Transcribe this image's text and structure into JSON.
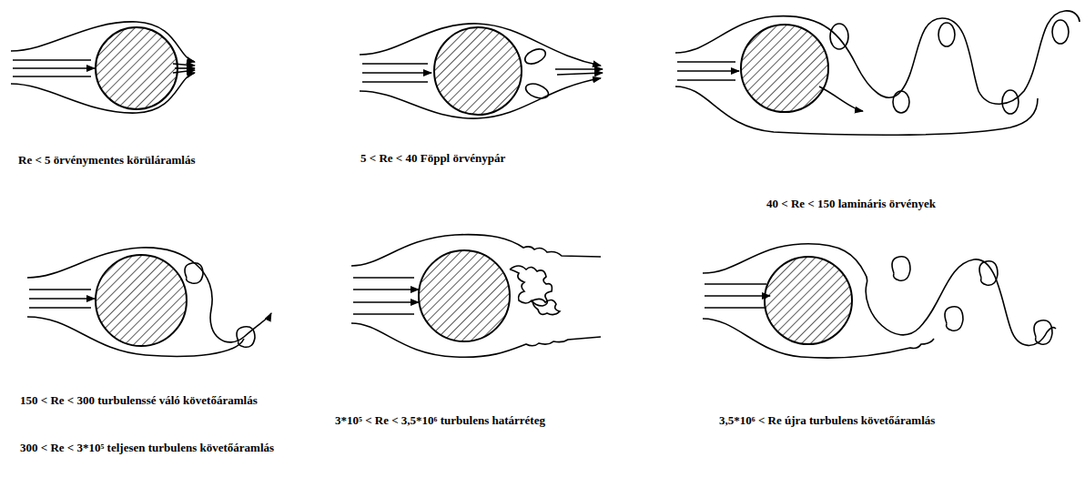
{
  "diagram": {
    "labels": [
      "Re < 5 örvénymentes körüláramlás",
      "5 < Re < 40 Föppl örvénypár",
      "40 < Re < 150 lamináris örvények",
      "150 < Re < 300 turbulenssé váló követőáramlás",
      "300 < Re < 3*10⁵ teljesen turbulens követőáramlás",
      "3*10⁵ < Re < 3,5*10⁶ turbulens határréteg",
      "3,5*10⁶ < Re újra turbulens követőáramlás"
    ]
  }
}
